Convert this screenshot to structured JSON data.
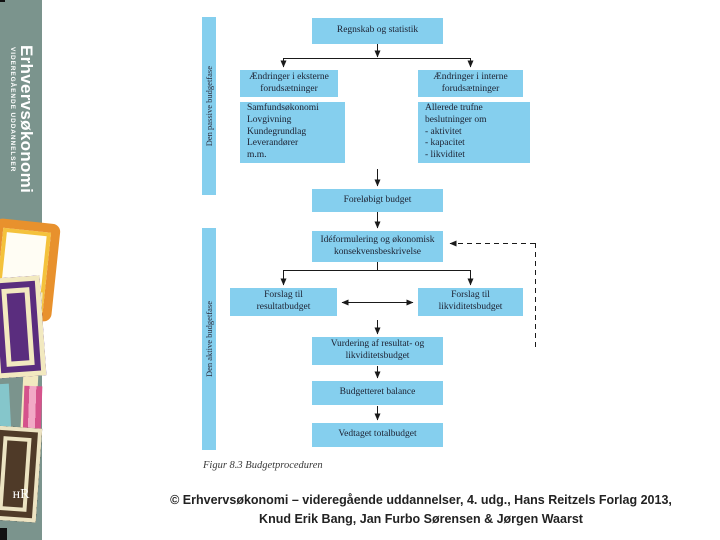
{
  "sidebar": {
    "title": "Erhvervsøkonomi",
    "subtitle": "VIDEREGÅENDE UDDANNELSER",
    "logo": "ʜR"
  },
  "diagram": {
    "phases": {
      "passive": "Den passive budgetfase",
      "active": "Den aktive budgetfase"
    },
    "boxes": {
      "regnskab": "Regnskab og statistik",
      "eksterne": "Ændringer i eksterne\nforudsætninger",
      "interne": "Ændringer i interne\nforudsætninger",
      "samfund": "Samfundsøkonomi\nLovgivning\nKundegrundlag\nLeverandører\nm.m.",
      "allerede": "Allerede trufne\nbeslutninger om\n- aktivitet\n- kapacitet\n- likviditet",
      "forelobigt": "Foreløbigt budget",
      "ideformulering": "Idéformulering og økonomisk\nkonsekvensbeskrivelse",
      "forslag_resultat": "Forslag til\nresultatbudget",
      "forslag_likviditet": "Forslag til\nlikviditetsbudget",
      "vurdering": "Vurdering af resultat- og\nlikviditetsbudget",
      "balance": "Budgetteret balance",
      "vedtaget": "Vedtaget totalbudget"
    },
    "colors": {
      "box_fill": "#85cfee",
      "box_text": "#1c2030",
      "arrow": "#1a1a1a",
      "sidebar_bg": "#7b948d"
    }
  },
  "caption": "Figur 8.3 Budgetproceduren",
  "footer": {
    "line1": "© Erhvervsøkonomi – videregående uddannelser, 4. udg., Hans Reitzels Forlag 2013,",
    "line2": "Knud Erik Bang, Jan Furbo Sørensen & Jørgen Waarst"
  }
}
